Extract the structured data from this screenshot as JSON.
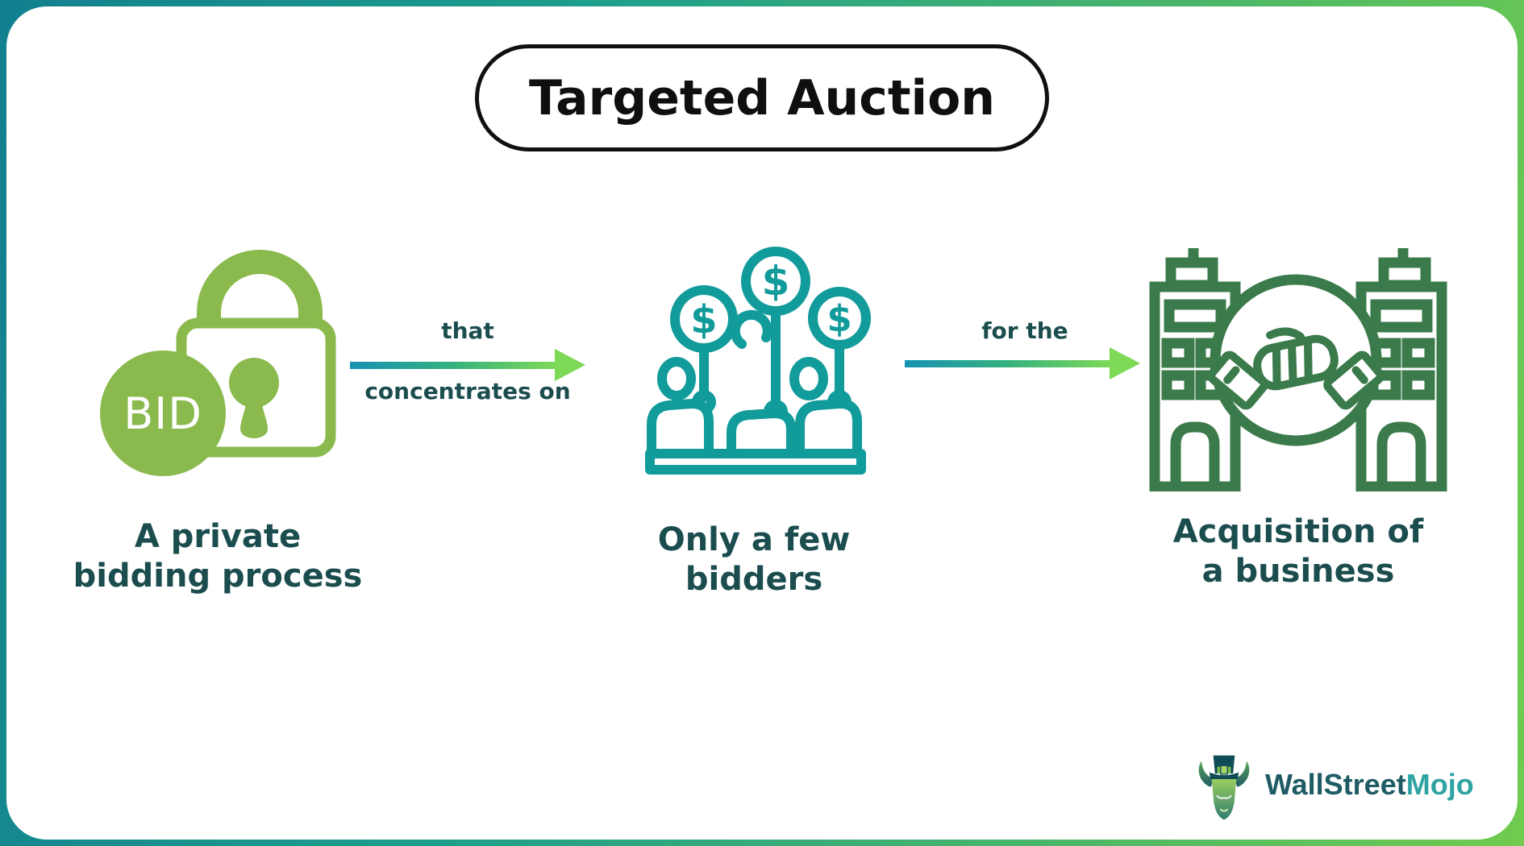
{
  "title": "Targeted Auction",
  "columns": [
    {
      "icon": "bid-lock-icon",
      "badge_text": "BID",
      "caption_line1": "A private",
      "caption_line2": "bidding process"
    },
    {
      "icon": "bidders-icon",
      "caption_line1": "Only a few",
      "caption_line2": "bidders"
    },
    {
      "icon": "acquisition-handshake-icon",
      "caption_line1": "Acquisition of",
      "caption_line2": "a business"
    }
  ],
  "connectors": [
    {
      "label_above": "that",
      "label_below": "concentrates on"
    },
    {
      "label_above": "for the",
      "label_below": ""
    }
  ],
  "paddle_symbol": "$",
  "logo": {
    "text_primary": "WallStreet",
    "text_secondary": "Mojo"
  },
  "colors": {
    "card_background": "#FFFFFF",
    "border_gradient_start": "#12808F",
    "border_gradient_end": "#70CB4E",
    "title_text": "#0F0F0F",
    "caption_text": "#1B4D4F",
    "lock_green": "#8ABA4D",
    "bidders_teal": "#129B9B",
    "acquisition_green": "#3B7B4B",
    "arrow_gradient_start": "#1692B4",
    "arrow_gradient_mid": "#35B27E",
    "arrow_gradient_end": "#7ED957",
    "logo_text_primary": "#1E5B64",
    "logo_text_secondary": "#2FA3A3"
  }
}
